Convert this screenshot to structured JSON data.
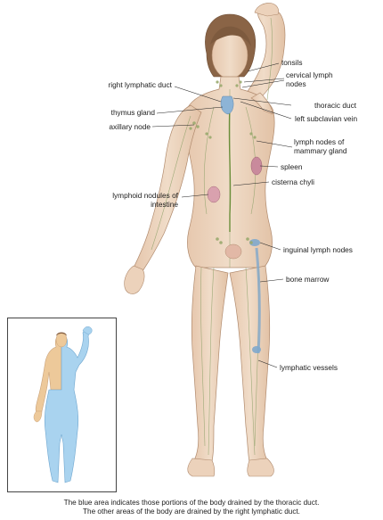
{
  "labels": {
    "tonsils": "tonsils",
    "cervical_lymph_nodes": "cervical lymph nodes",
    "right_lymphatic_duct": "right lymphatic duct",
    "thoracic_duct": "thoracic duct",
    "thymus_gland": "thymus gland",
    "left_subclavian_vein": "left subclavian vein",
    "axillary_node": "axillary node",
    "lymph_nodes_mammary": "lymph nodes of mammary gland",
    "spleen": "spleen",
    "cisterna_chyli": "cisterna chyli",
    "lymphoid_nodules": "lymphoid nodules of intestine",
    "inguinal_lymph_nodes": "inguinal lymph nodes",
    "bone_marrow": "bone marrow",
    "lymphatic_vessels": "lymphatic vessels"
  },
  "caption": {
    "line1": "The blue area indicates those portions of the body drained by the thoracic duct.",
    "line2": "The other areas of the body are drained by the right lymphatic duct."
  },
  "colors": {
    "skin": "#ead0b8",
    "lymph_green": "#8fa26a",
    "vessel_blue": "#7fa8cc",
    "inset_blue": "#a9d3ef",
    "inset_tan": "#edc99a"
  }
}
